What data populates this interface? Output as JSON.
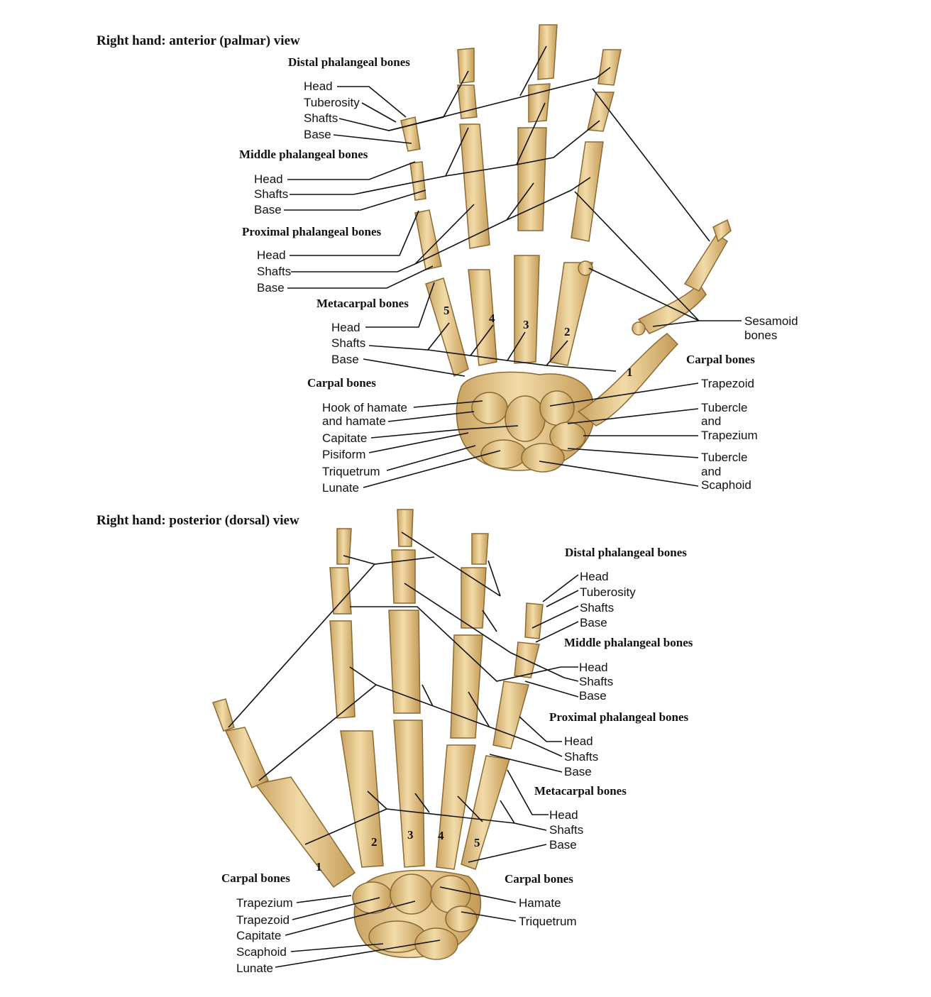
{
  "palmar": {
    "title": "Right hand: anterior (palmar) view",
    "distal_header": "Distal phalangeal bones",
    "distal_labels": [
      "Head",
      "Tuberosity",
      "Shafts",
      "Base"
    ],
    "middle_header": "Middle phalangeal bones",
    "middle_labels": [
      "Head",
      "Shafts",
      "Base"
    ],
    "proximal_header": "Proximal phalangeal bones",
    "proximal_labels": [
      "Head",
      "Shafts",
      "Base"
    ],
    "metacarpal_header": "Metacarpal bones",
    "metacarpal_labels": [
      "Head",
      "Shafts",
      "Base"
    ],
    "carpal_left_header": "Carpal bones",
    "carpal_left_labels": [
      "Hook of hamate",
      "and hamate",
      "Capitate",
      "Pisiform",
      "Triquetrum",
      "Lunate"
    ],
    "carpal_right_header": "Carpal bones",
    "carpal_right_labels": [
      "Trapezoid",
      "Tubercle",
      "and",
      "Trapezium",
      "Tubercle",
      "and",
      "Scaphoid"
    ],
    "sesamoid": [
      "Sesamoid",
      "bones"
    ],
    "digit_numbers": [
      "5",
      "4",
      "3",
      "2",
      "1"
    ]
  },
  "dorsal": {
    "title": "Right hand: posterior (dorsal) view",
    "distal_header": "Distal phalangeal bones",
    "distal_labels": [
      "Head",
      "Tuberosity",
      "Shafts",
      "Base"
    ],
    "middle_header": "Middle phalangeal bones",
    "middle_labels": [
      "Head",
      "Shafts",
      "Base"
    ],
    "proximal_header": "Proximal phalangeal bones",
    "proximal_labels": [
      "Head",
      "Shafts",
      "Base"
    ],
    "metacarpal_header": "Metacarpal bones",
    "metacarpal_labels": [
      "Head",
      "Shafts",
      "Base"
    ],
    "carpal_left_header": "Carpal bones",
    "carpal_left_labels": [
      "Trapezium",
      "Trapezoid",
      "Capitate",
      "Scaphoid",
      "Lunate"
    ],
    "carpal_right_header": "Carpal bones",
    "carpal_right_labels": [
      "Hamate",
      "Triquetrum"
    ],
    "digit_numbers": [
      "1",
      "2",
      "3",
      "4",
      "5"
    ]
  },
  "colors": {
    "bone_fill": "#e8c98f",
    "bone_shade": "#c9a361",
    "bone_outline": "#8a6a35",
    "leader": "#111111"
  }
}
